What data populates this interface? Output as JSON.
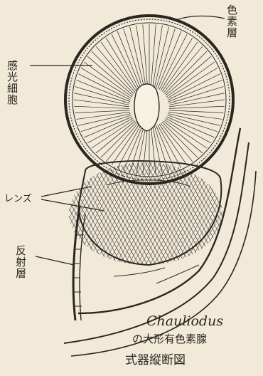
{
  "labels": {
    "pigment_layer": "色素層",
    "photoreceptor_cells": "感光細胞",
    "lens": "レンズ",
    "reflective_layer": "反射層"
  },
  "caption": {
    "genus": "Chauliodus",
    "line2": "の大形有色素腺",
    "line3": "式器縦断図"
  },
  "colors": {
    "paper": "#f1ead9",
    "ink": "#2b2620"
  }
}
